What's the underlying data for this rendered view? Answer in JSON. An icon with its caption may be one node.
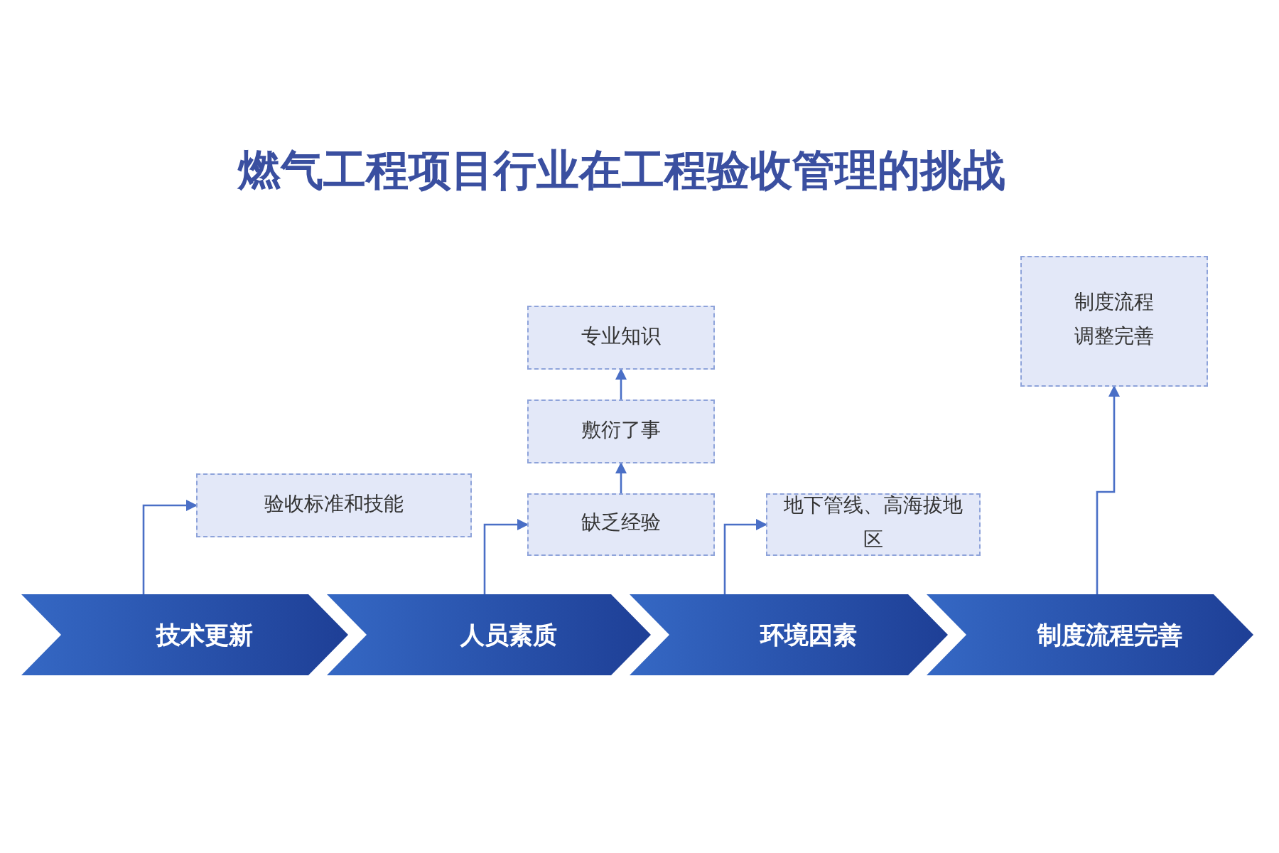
{
  "diagram": {
    "title": "燃气工程项目行业在工程验收管理的挑战",
    "nodes": [
      {
        "text": [
          "技术更新"
        ]
      },
      {
        "text": [
          "人员素质"
        ]
      },
      {
        "text": [
          "环境因素"
        ]
      },
      {
        "text": [
          "制度流程完善"
        ]
      },
      {
        "text": [
          "验收标准和技能"
        ]
      },
      {
        "text": [
          "缺乏经验"
        ]
      },
      {
        "text": [
          "敷衍了事"
        ]
      },
      {
        "text": [
          "专业知识"
        ]
      },
      {
        "text": [
          "地下管线、高海拔地区"
        ]
      },
      {
        "text": [
          "制度流程调整完善"
        ]
      }
    ],
    "edges": [
      {
        "from": 0,
        "to": 4,
        "arrow": "to"
      },
      {
        "from": 1,
        "to": 5,
        "arrow": "to"
      },
      {
        "from": 5,
        "to": 6,
        "arrow": "to"
      },
      {
        "from": 6,
        "to": 7,
        "arrow": "to"
      },
      {
        "from": 2,
        "to": 8,
        "arrow": "to"
      },
      {
        "from": 3,
        "to": 9,
        "arrow": "to"
      }
    ]
  }
}
